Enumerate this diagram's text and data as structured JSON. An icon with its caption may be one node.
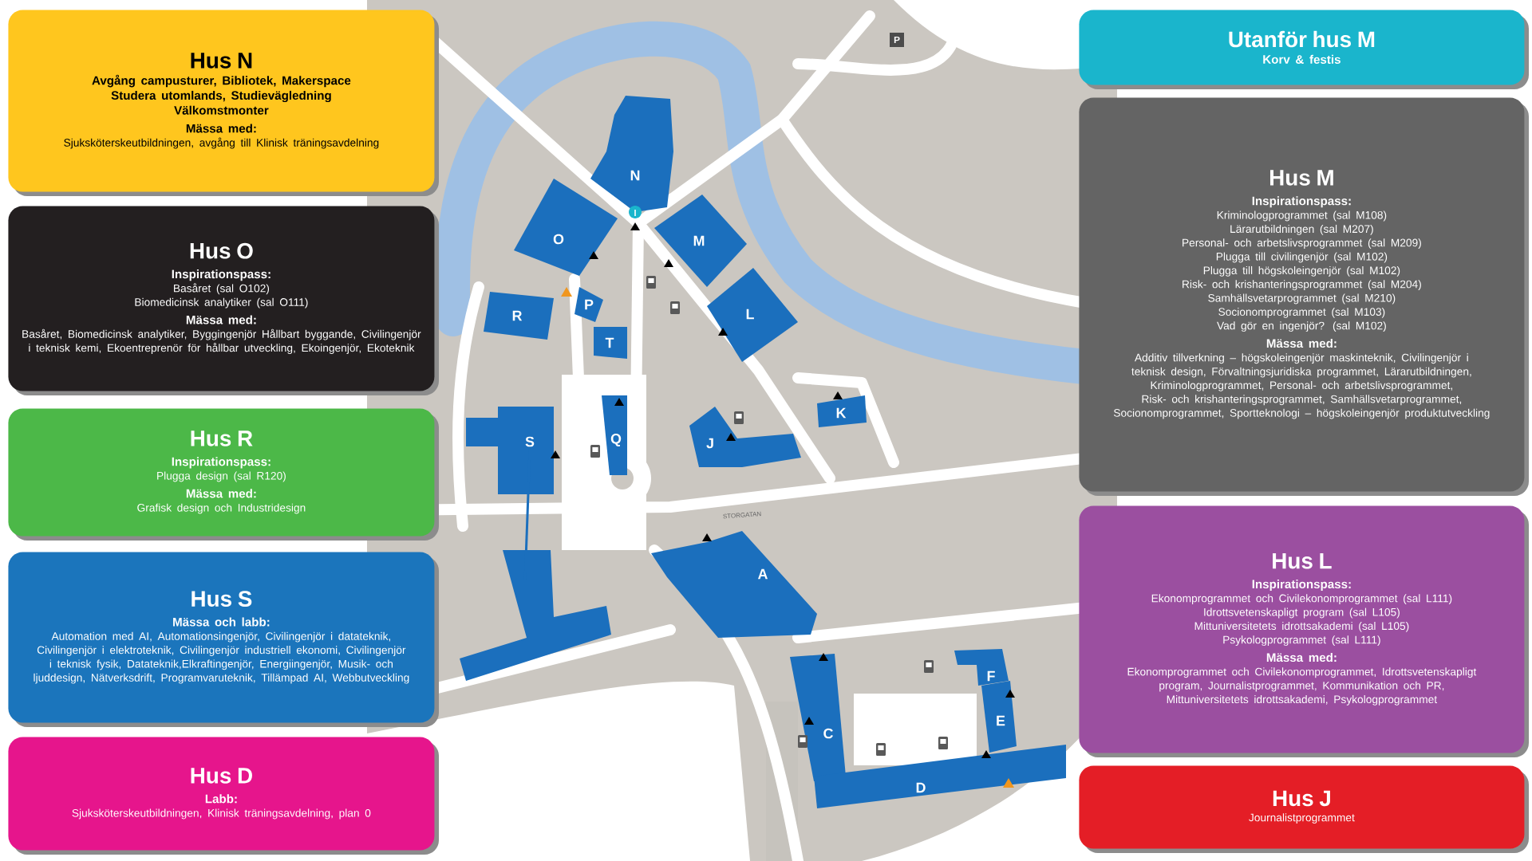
{
  "diagram": {
    "nodes": [
      {
        "text": [
          "Hus N",
          "Avgång campusturer, Bibliotek, Makerspace",
          "Studera utomlands, Studievägledning",
          "Välkomstmonter",
          "Mässa med:",
          "Sjuksköterskeutbildningen, avgång till Klinisk träningsavdelning"
        ]
      },
      {
        "text": [
          "Hus O",
          "Inspirationspass:",
          "Basåret (sal O102)",
          "Biomedicinsk analytiker (sal O111)",
          "Mässa med:",
          "Basåret, Biomedicinsk analytiker, Byggingenjör Hållbart byggande, Civilingenjör i teknisk kemi, Ekoentreprenör för hållbar utveckling, Ekoingenjör, Ekoteknik"
        ]
      },
      {
        "text": [
          "Hus R",
          "Inspirationspass:",
          "Plugga design (sal R120)",
          "Mässa med:",
          "Grafisk design och Industridesign"
        ]
      },
      {
        "text": [
          "Hus S",
          "Mässa och labb:",
          "Automation med AI, Automationsingenjör, Civilingenjör i datateknik, Civilingenjör i elektroteknik, Civilingenjör industriell ekonomi, Civilingenjör i teknisk fysik, Datateknik,Elkraftingenjör, Energiingenjör, Musik- och ljuddesign, Nätverksdrift, Programvaruteknik, Tillämpad AI, Webbutveckling"
        ]
      },
      {
        "text": [
          "Hus D",
          "Labb:",
          "Sjuksköterskeutbildningen, Klinisk träningsavdelning, plan 0"
        ]
      },
      {
        "text": [
          "Utanför hus M",
          "Korv & festis"
        ]
      },
      {
        "text": [
          "Hus M",
          "Inspirationspass:",
          "Kriminologprogrammet (sal M108)",
          "Lärarutbildningen (sal M207)",
          "Personal- och arbetslivsprogrammet (sal M209)",
          "Plugga till civilingenjör (sal M102)",
          "Plugga till högskoleingenjör (sal M102)",
          "Risk- och krishanteringsprogrammet (sal M204)",
          "Samhällsvetarprogrammet (sal M210)",
          "Socionomprogrammet (sal M103)",
          "Vad gör en ingenjör? (sal M102)",
          "Mässa med:",
          "Additiv tillverkning – högskoleingenjör maskinteknik, Civilingenjör i teknisk design, Förvaltningsjuridiska programmet, Lärarutbildningen, Kriminologprogrammet, Personal- och arbetslivsprogrammet, Risk- och krishanteringsprogrammet, Samhällsvetarprogrammet, Socionomprogrammet, Sportteknologi – högskoleingenjör produktutveckling"
        ]
      },
      {
        "text": [
          "Hus L",
          "Inspirationspass:",
          "Ekonomprogrammet och Civilekonomprogrammet (sal L111)",
          "Idrottsvetenskapligt program (sal L105)",
          "Mittuniversitetets idrottsakademi (sal L105)",
          "Psykologprogrammet (sal L111)",
          "Mässa med:",
          "Ekonomprogrammet och Civilekonomprogrammet, Idrottsvetenskapligt program, Journalistprogrammet, Kommunikation och PR, Mittuniversitetets idrottsakademi, Psykologprogrammet"
        ]
      },
      {
        "text": [
          "Hus J",
          "Journalistprogrammet"
        ]
      },
      {
        "text": [
          "N"
        ]
      },
      {
        "text": [
          "O"
        ]
      },
      {
        "text": [
          "M"
        ]
      },
      {
        "text": [
          "P"
        ]
      },
      {
        "text": [
          "R"
        ]
      },
      {
        "text": [
          "T"
        ]
      },
      {
        "text": [
          "L"
        ]
      },
      {
        "text": [
          "Q"
        ]
      },
      {
        "text": [
          "K"
        ]
      },
      {
        "text": [
          "S"
        ]
      },
      {
        "text": [
          "J"
        ]
      },
      {
        "text": [
          "A"
        ]
      },
      {
        "text": [],
        "shape": "box"
      },
      {
        "text": [
          "C"
        ]
      },
      {
        "text": [
          "F"
        ]
      },
      {
        "text": [
          "E"
        ]
      },
      {
        "text": [
          "D"
        ]
      }
    ],
    "edges": [
      {
        "from": 18,
        "to": 21,
        "arrow": "none"
      }
    ],
    "labels": [
      "P",
      "STORGATAN"
    ]
  }
}
